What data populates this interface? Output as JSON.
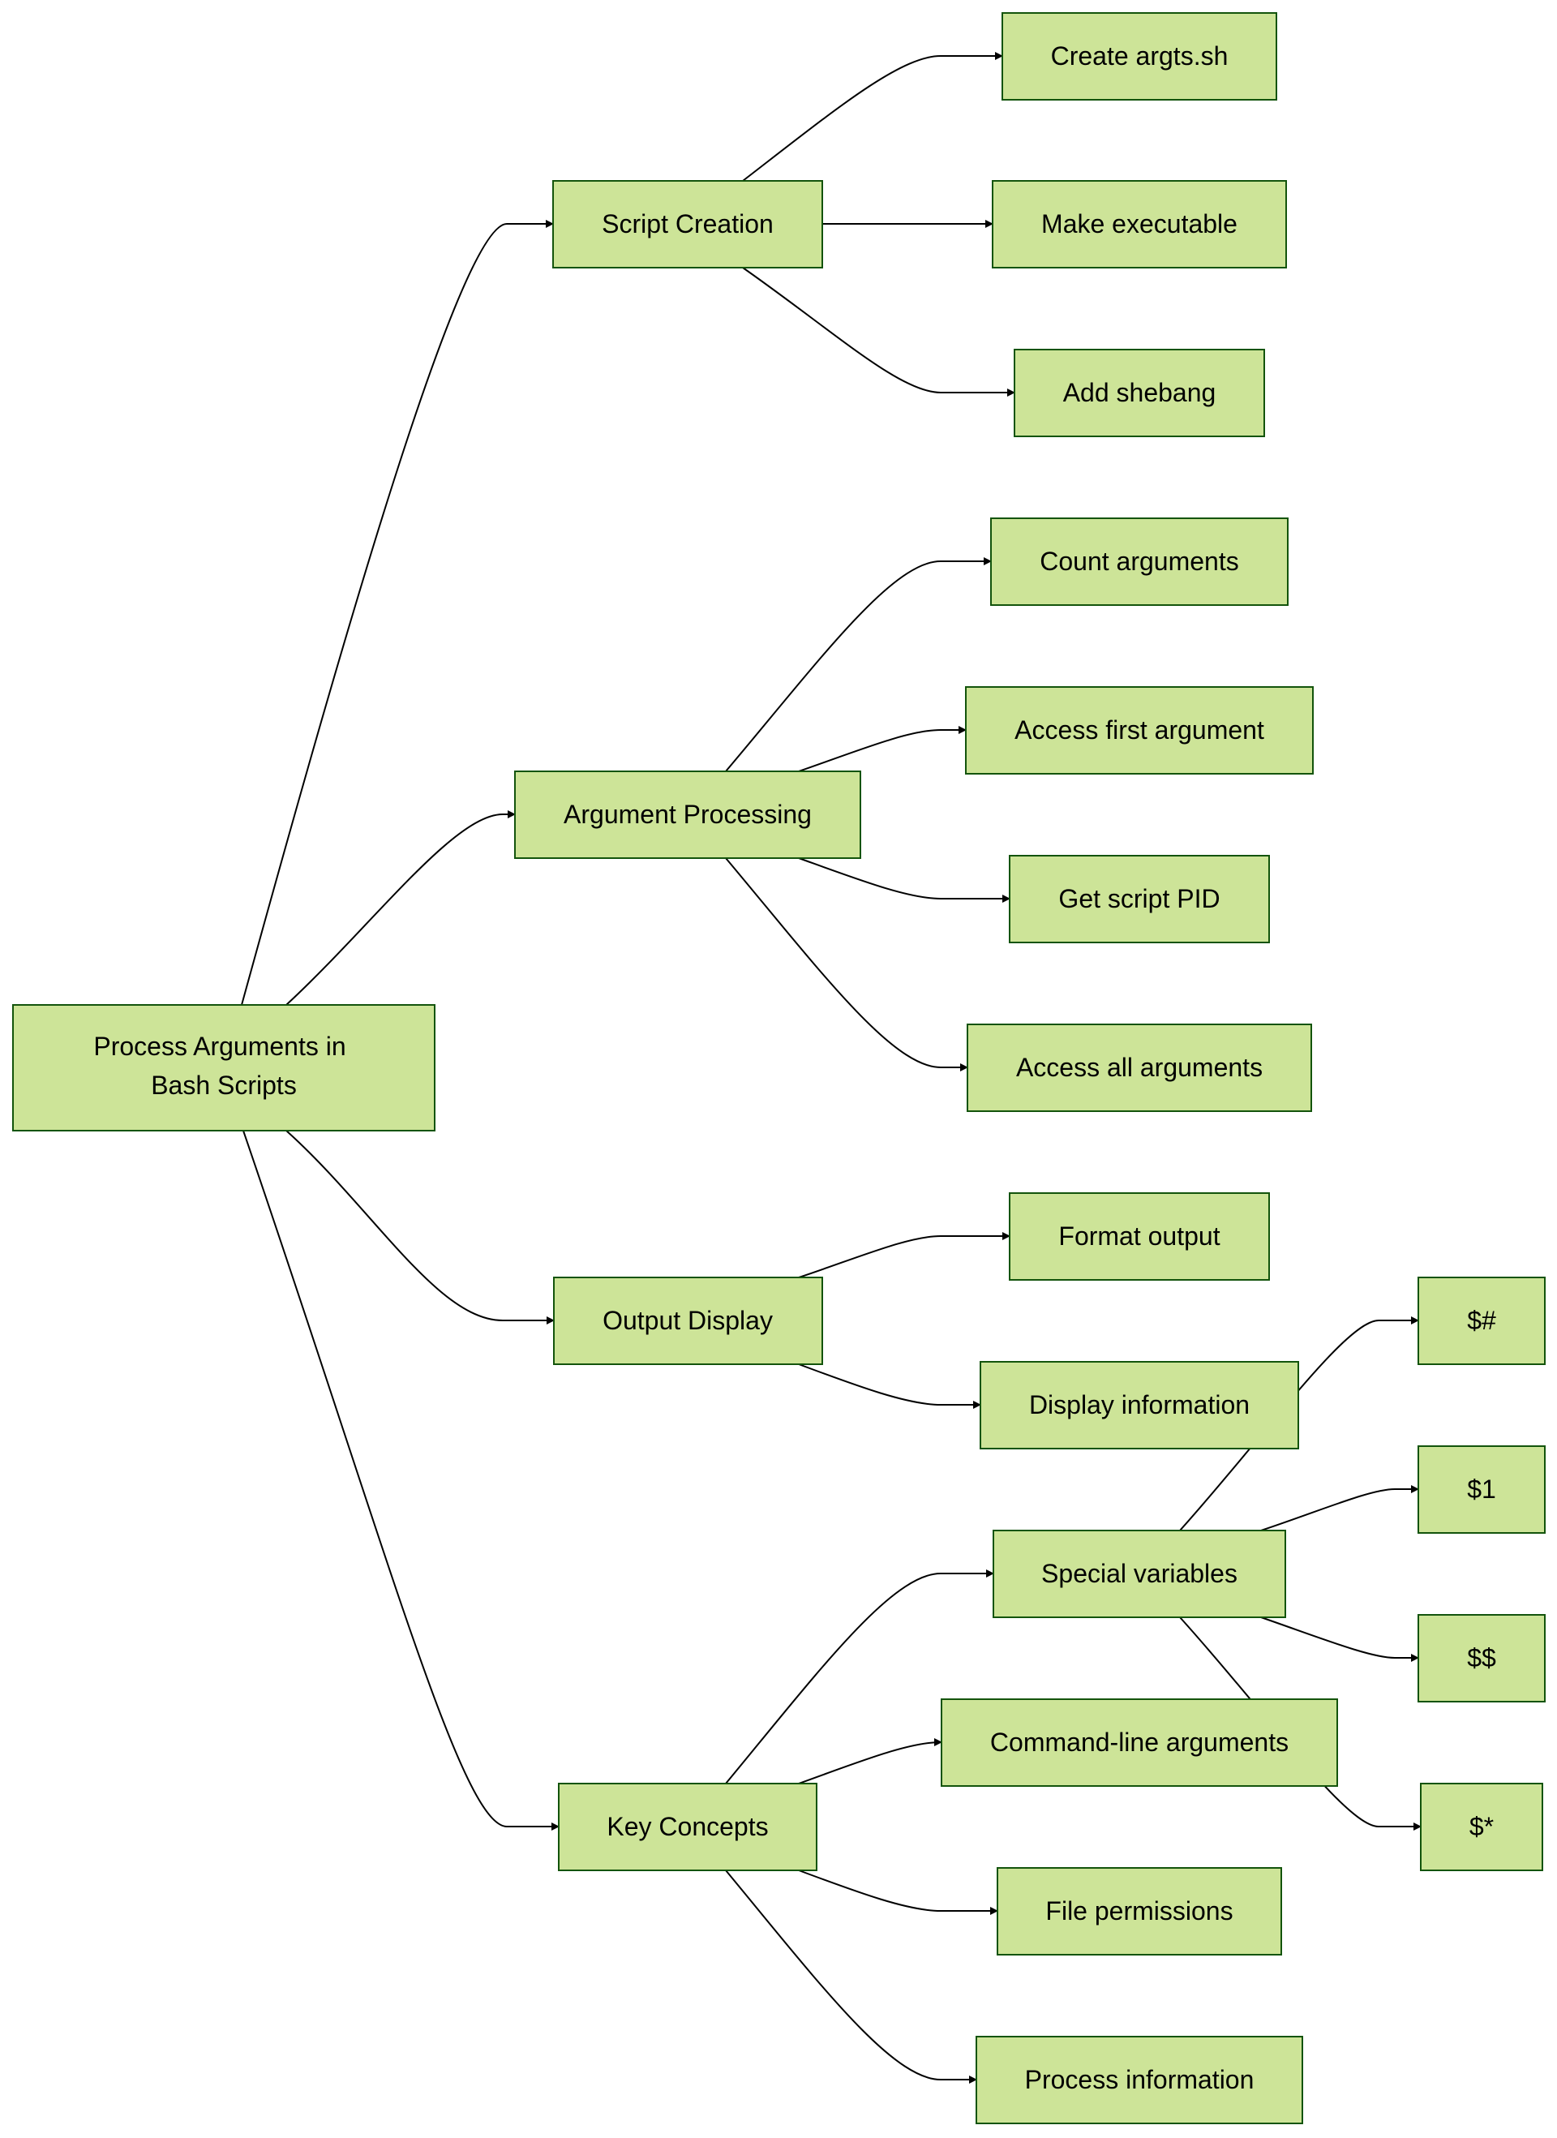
{
  "colors": {
    "node_fill": "#cde498",
    "node_stroke": "#13540c",
    "edge": "#000000",
    "text": "#000000",
    "background": "#ffffff"
  },
  "nodes": {
    "root": {
      "lines": [
        "Process Arguments in",
        "Bash Scripts"
      ]
    },
    "script_creation": {
      "label": "Script Creation"
    },
    "argument_processing": {
      "label": "Argument Processing"
    },
    "output_display": {
      "label": "Output Display"
    },
    "key_concepts": {
      "label": "Key Concepts"
    },
    "create_argts": {
      "label": "Create argts.sh"
    },
    "make_executable": {
      "label": "Make executable"
    },
    "add_shebang": {
      "label": "Add shebang"
    },
    "count_arguments": {
      "label": "Count arguments"
    },
    "access_first_argument": {
      "label": "Access first argument"
    },
    "get_script_pid": {
      "label": "Get script PID"
    },
    "access_all_arguments": {
      "label": "Access all arguments"
    },
    "format_output": {
      "label": "Format output"
    },
    "display_information": {
      "label": "Display information"
    },
    "special_variables": {
      "label": "Special variables"
    },
    "command_line_arguments": {
      "label": "Command-line arguments"
    },
    "file_permissions": {
      "label": "File permissions"
    },
    "process_information": {
      "label": "Process information"
    },
    "var_count": {
      "label": "$#"
    },
    "var_first": {
      "label": "$1"
    },
    "var_pid": {
      "label": "$$"
    },
    "var_all": {
      "label": "$*"
    }
  },
  "edges": [
    {
      "from": "root",
      "to": "script_creation"
    },
    {
      "from": "root",
      "to": "argument_processing"
    },
    {
      "from": "root",
      "to": "output_display"
    },
    {
      "from": "root",
      "to": "key_concepts"
    },
    {
      "from": "script_creation",
      "to": "create_argts"
    },
    {
      "from": "script_creation",
      "to": "make_executable"
    },
    {
      "from": "script_creation",
      "to": "add_shebang"
    },
    {
      "from": "argument_processing",
      "to": "count_arguments"
    },
    {
      "from": "argument_processing",
      "to": "access_first_argument"
    },
    {
      "from": "argument_processing",
      "to": "get_script_pid"
    },
    {
      "from": "argument_processing",
      "to": "access_all_arguments"
    },
    {
      "from": "output_display",
      "to": "format_output"
    },
    {
      "from": "output_display",
      "to": "display_information"
    },
    {
      "from": "key_concepts",
      "to": "special_variables"
    },
    {
      "from": "key_concepts",
      "to": "command_line_arguments"
    },
    {
      "from": "key_concepts",
      "to": "file_permissions"
    },
    {
      "from": "key_concepts",
      "to": "process_information"
    },
    {
      "from": "special_variables",
      "to": "var_count"
    },
    {
      "from": "special_variables",
      "to": "var_first"
    },
    {
      "from": "special_variables",
      "to": "var_pid"
    },
    {
      "from": "special_variables",
      "to": "var_all"
    }
  ]
}
